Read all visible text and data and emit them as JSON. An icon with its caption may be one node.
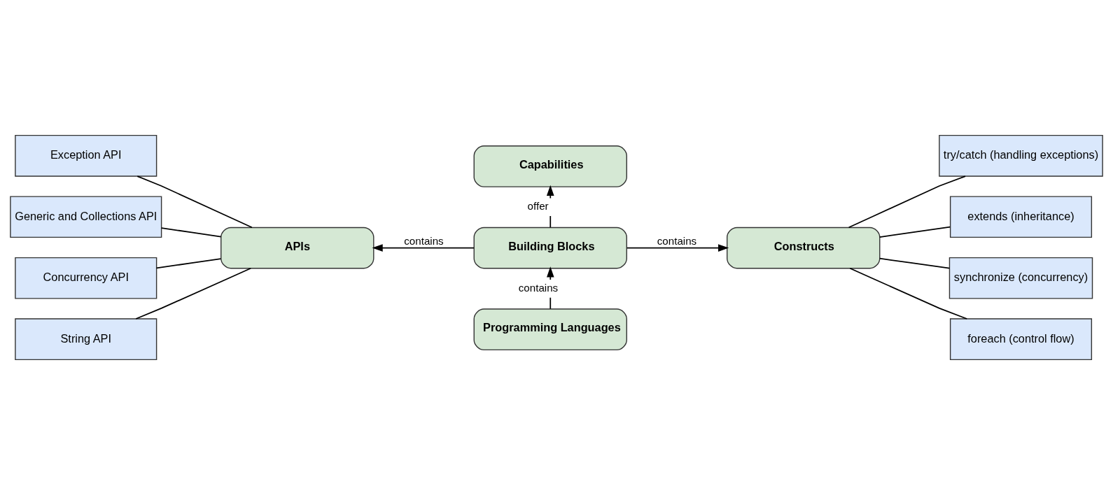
{
  "diagram": {
    "nodes": [
      {
        "text": [
          "Capabilities"
        ]
      },
      {
        "text": [
          "Building Blocks"
        ]
      },
      {
        "text": [
          "APIs"
        ]
      },
      {
        "text": [
          "Constructs"
        ]
      },
      {
        "text": [
          "Programming Languages"
        ]
      },
      {
        "text": [
          "Exception API"
        ]
      },
      {
        "text": [
          "Generic and Collections API"
        ]
      },
      {
        "text": [
          "Concurrency API"
        ]
      },
      {
        "text": [
          "String API"
        ]
      },
      {
        "text": [
          "try/catch (handling exceptions)"
        ]
      },
      {
        "text": [
          "extends (inheritance)"
        ]
      },
      {
        "text": [
          "synchronize (concurrency)"
        ]
      },
      {
        "text": [
          "foreach (control flow)"
        ]
      }
    ],
    "edges": [
      {
        "from": 1,
        "to": 0,
        "label": "offer",
        "arrow": "to"
      },
      {
        "from": 1,
        "to": 2,
        "label": "contains",
        "arrow": "to"
      },
      {
        "from": 1,
        "to": 3,
        "label": "contains",
        "arrow": "to"
      },
      {
        "from": 4,
        "to": 1,
        "label": "contains",
        "arrow": "to"
      },
      {
        "from": 2,
        "to": 5,
        "arrow": "none"
      },
      {
        "from": 2,
        "to": 6,
        "arrow": "none"
      },
      {
        "from": 2,
        "to": 7,
        "arrow": "none"
      },
      {
        "from": 2,
        "to": 8,
        "arrow": "none"
      },
      {
        "from": 3,
        "to": 9,
        "arrow": "none"
      },
      {
        "from": 3,
        "to": 10,
        "arrow": "none"
      },
      {
        "from": 3,
        "to": 11,
        "arrow": "none"
      },
      {
        "from": 3,
        "to": 12,
        "arrow": "none"
      }
    ]
  }
}
